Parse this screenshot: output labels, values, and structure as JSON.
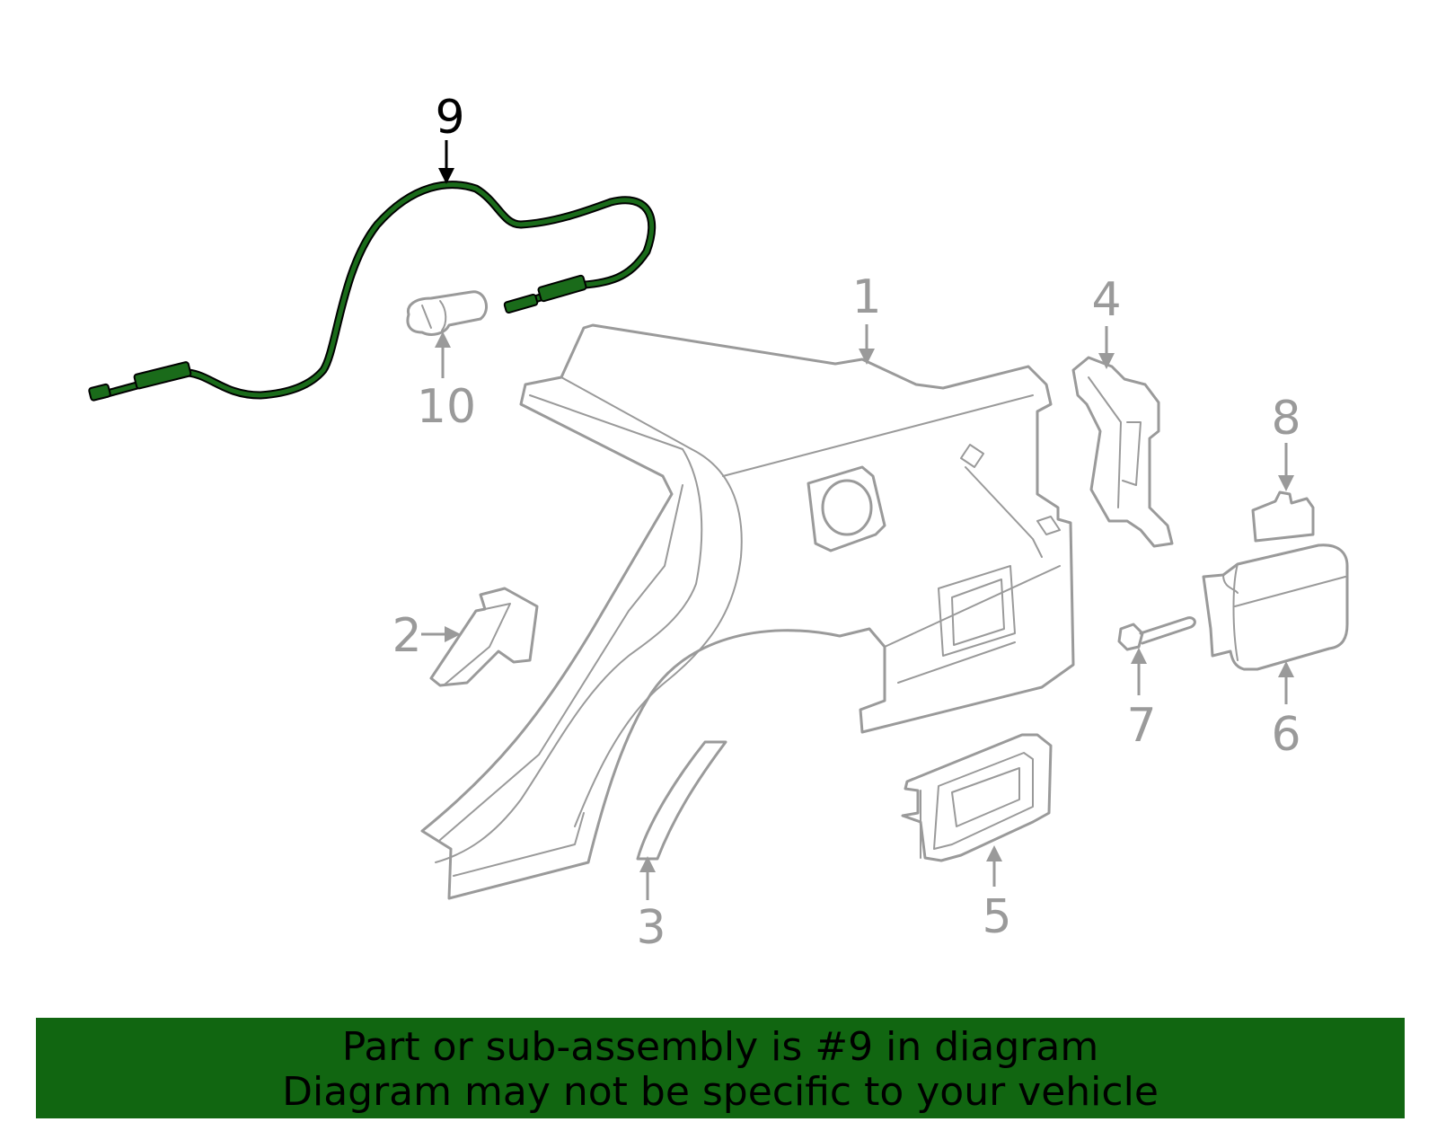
{
  "diagram": {
    "highlight_color": "#1a6b1a",
    "part_color": "#9a9a9a",
    "callouts": [
      "1",
      "2",
      "3",
      "4",
      "5",
      "6",
      "7",
      "8",
      "9",
      "10"
    ],
    "selected_callout": "9"
  },
  "banner": {
    "line1": "Part or sub-assembly is #9 in diagram",
    "line2": "Diagram may not be specific to your vehicle",
    "background": "#116611"
  }
}
